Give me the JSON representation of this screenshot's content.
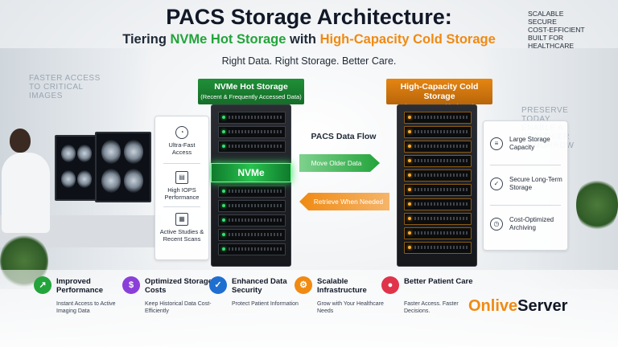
{
  "header": {
    "title": "PACS Storage Architecture:",
    "subtitle_pre": "Tiering ",
    "subtitle_hot": "NVMe Hot Storage",
    "subtitle_mid": " with ",
    "subtitle_cold": "High-Capacity Cold Storage",
    "tagline": "Right Data. Right Storage. Better Care."
  },
  "corner": {
    "line1": "Scalable",
    "line2": "Secure",
    "line3": "Cost-Efficient",
    "line4": "Built for",
    "line5": "Healthcare"
  },
  "wall": {
    "left": "Faster Access To Critical Images",
    "right": "Preserve Today Enable A Healthier Tomorrow"
  },
  "hot_storage": {
    "title": "NVMe Hot Storage",
    "subtitle": "(Recent & Frequently Accessed Data)",
    "badge": "NVMe",
    "features": [
      {
        "icon": "speedometer-icon",
        "label": "Ultra-Fast Access"
      },
      {
        "icon": "iops-icon",
        "label": "High IOPS Performance"
      },
      {
        "icon": "studies-icon",
        "label": "Active Studies & Recent Scans"
      }
    ]
  },
  "cold_storage": {
    "title": "High-Capacity Cold Storage",
    "subtitle": "(Long-Term Archival Data)",
    "features": [
      {
        "icon": "database-icon",
        "label": "Large Storage Capacity"
      },
      {
        "icon": "shield-check-icon",
        "label": "Secure Long-Term Storage"
      },
      {
        "icon": "clock-icon",
        "label": "Cost-Optimized Archiving"
      }
    ]
  },
  "flow": {
    "title": "PACS Data Flow",
    "move": "Move Older Data",
    "retrieve": "Retrieve When Needed"
  },
  "benefits": [
    {
      "icon": "chart-up-icon",
      "color": "#22a43a",
      "title": "Improved Performance",
      "desc": "Instant Access to Active Imaging Data"
    },
    {
      "icon": "dollar-icon",
      "color": "#8b3fd9",
      "title": "Optimized Storage Costs",
      "desc": "Keep Historical Data Cost-Efficiently"
    },
    {
      "icon": "shield-icon",
      "color": "#1f6fd1",
      "title": "Enhanced Data Security",
      "desc": "Protect Patient Information"
    },
    {
      "icon": "gear-icon",
      "color": "#f08a12",
      "title": "Scalable Infrastructure",
      "desc": "Grow with Your Healthcare Needs"
    },
    {
      "icon": "people-icon",
      "color": "#e0344a",
      "title": "Better Patient Care",
      "desc": "Faster Access. Faster Decisions."
    }
  ],
  "brand": {
    "part1": "Onlive",
    "part2": "Server"
  }
}
